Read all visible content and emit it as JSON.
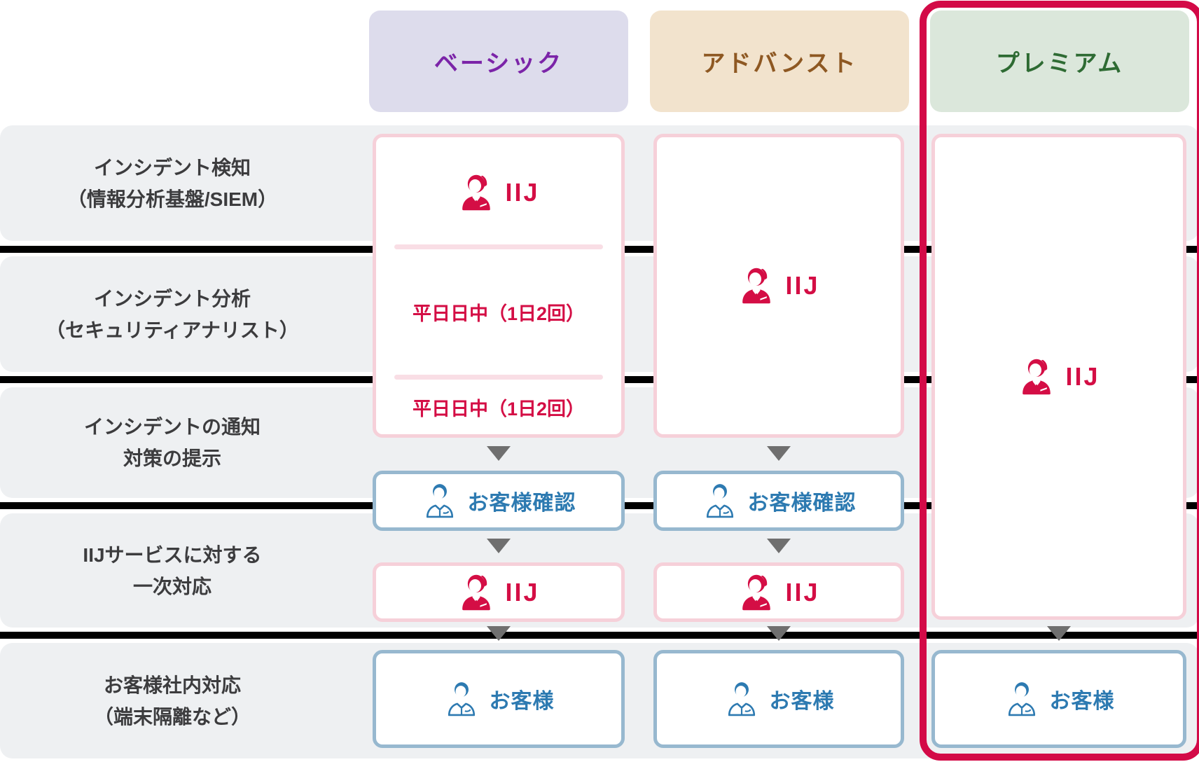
{
  "plans": [
    {
      "id": "basic",
      "name": "ベーシック",
      "text_color": "#7b24a8",
      "bg_color": "#dddcec"
    },
    {
      "id": "advanced",
      "name": "アドバンスト",
      "text_color": "#8e5822",
      "bg_color": "#f2e3cd"
    },
    {
      "id": "premium",
      "name": "プレミアム",
      "text_color": "#2e6b33",
      "bg_color": "#dbe7db",
      "highlighted": true
    }
  ],
  "rows": [
    {
      "lines": [
        "インシデント検知",
        "（情報分析基盤/SIEM）"
      ]
    },
    {
      "lines": [
        "インシデント分析",
        "（セキュリティアナリスト）"
      ]
    },
    {
      "lines": [
        "インシデントの通知",
        "対策の提示"
      ]
    },
    {
      "lines": [
        "IIJサービスに対する",
        "一次対応"
      ]
    },
    {
      "lines": [
        "お客様社内対応",
        "（端末隔離など）"
      ]
    }
  ],
  "labels": {
    "iij": "IIJ",
    "weekday_daytime": "平日日中（1日2回）",
    "customer_check": "お客様確認",
    "customer": "お客様"
  },
  "icons": {
    "iij_person": "iij-person-icon",
    "customer_person": "customer-person-icon",
    "arrow_down": "arrow-down-icon"
  },
  "colors": {
    "crimson": "#d40e45",
    "highlight_border": "#d30a47",
    "pink_border": "#f6d0d9",
    "pink_divider": "#f9dee5",
    "blue": "#2d7ab1",
    "blue_border": "#97b8cf",
    "arrow_gray": "#6f6f6f",
    "row_band_gray": "#eef0f2",
    "row_label_text": "#3c3c3e",
    "boundary_line": "#000000"
  }
}
